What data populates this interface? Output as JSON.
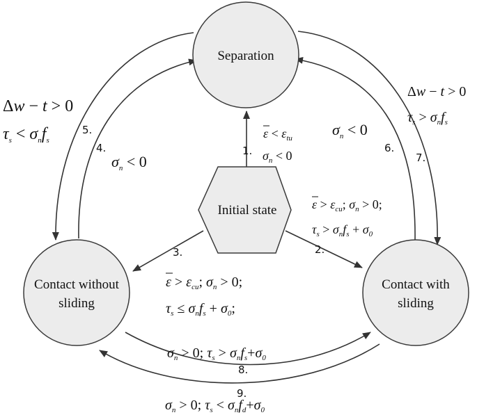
{
  "nodes": {
    "separation": "Separation",
    "initial": "Initial state",
    "contact_no_slide_line1": "Contact without",
    "contact_no_slide_line2": "sliding",
    "contact_slide_line1": "Contact with",
    "contact_slide_line2": "sliding"
  },
  "steps": {
    "s1": "1.",
    "s2": "2.",
    "s3": "3.",
    "s4": "4.",
    "s5": "5.",
    "s6": "6.",
    "s7": "7.",
    "s8": "8.",
    "s9": "9."
  },
  "colors": {
    "node_fill": "#ececec",
    "stroke": "#3a3a3a",
    "text": "#111111"
  }
}
